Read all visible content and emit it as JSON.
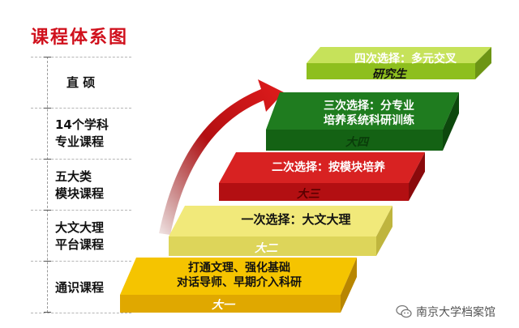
{
  "title": "课程体系图",
  "left_labels": [
    {
      "lines": [
        "直 硕"
      ]
    },
    {
      "lines": [
        "14个学科",
        "专业课程"
      ]
    },
    {
      "lines": [
        "五大类",
        "模块课程"
      ]
    },
    {
      "lines": [
        "大文大理",
        "平台课程"
      ]
    },
    {
      "lines": [
        "通识课程"
      ]
    }
  ],
  "steps": [
    {
      "year": "大一",
      "lines": [
        "打通文理、强化基础",
        "对话导师、早期介入科研"
      ],
      "color": "#f2bf00"
    },
    {
      "year": "大二",
      "lines": [
        "一次选择：大文大理"
      ],
      "color": "#efe468"
    },
    {
      "year": "大三",
      "lines": [
        "二次选择：按模块培养"
      ],
      "color": "#d31f1f"
    },
    {
      "year": "大四",
      "lines": [
        "三次选择：分专业",
        "培养系统科研训练"
      ],
      "color": "#1d7a1d"
    },
    {
      "year": "研究生",
      "lines": [
        "四次选择：多元交叉"
      ],
      "color": "#98c520"
    }
  ],
  "watermark": "南京大学档案馆",
  "icons": {
    "watermark": "wechat-icon",
    "arrow": "curved-arrow-icon"
  }
}
